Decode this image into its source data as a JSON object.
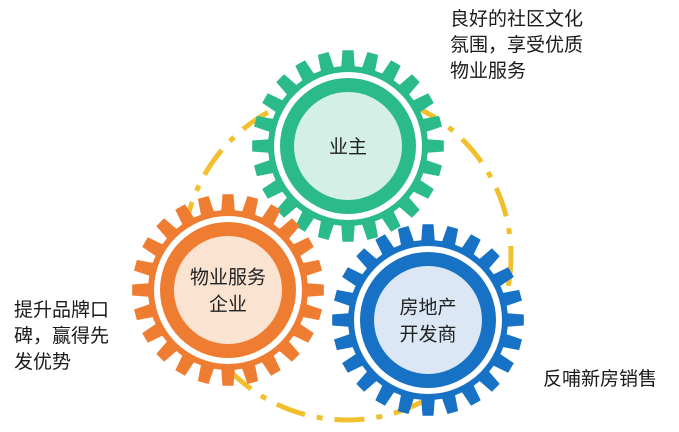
{
  "colors": {
    "ring": "#f2c02f",
    "green": "#2bba8a",
    "green_fill": "#d4efe5",
    "orange": "#ef7d31",
    "orange_fill": "#fbe3d2",
    "blue": "#1771c4",
    "blue_fill": "#dbe7f4"
  },
  "gears": [
    {
      "key": "owner",
      "color": "green",
      "lines": [
        "业主"
      ]
    },
    {
      "key": "service",
      "color": "orange",
      "lines": [
        "物业服务",
        "企业"
      ]
    },
    {
      "key": "developer",
      "color": "blue",
      "lines": [
        "房地产",
        "开发商"
      ]
    }
  ],
  "notes": {
    "owner": [
      "良好的社区文化",
      "氛围，享受优质",
      "物业服务"
    ],
    "service": [
      "提升品牌口",
      "碑，赢得先",
      "发优势"
    ],
    "developer": [
      "反哺新房销售"
    ]
  }
}
